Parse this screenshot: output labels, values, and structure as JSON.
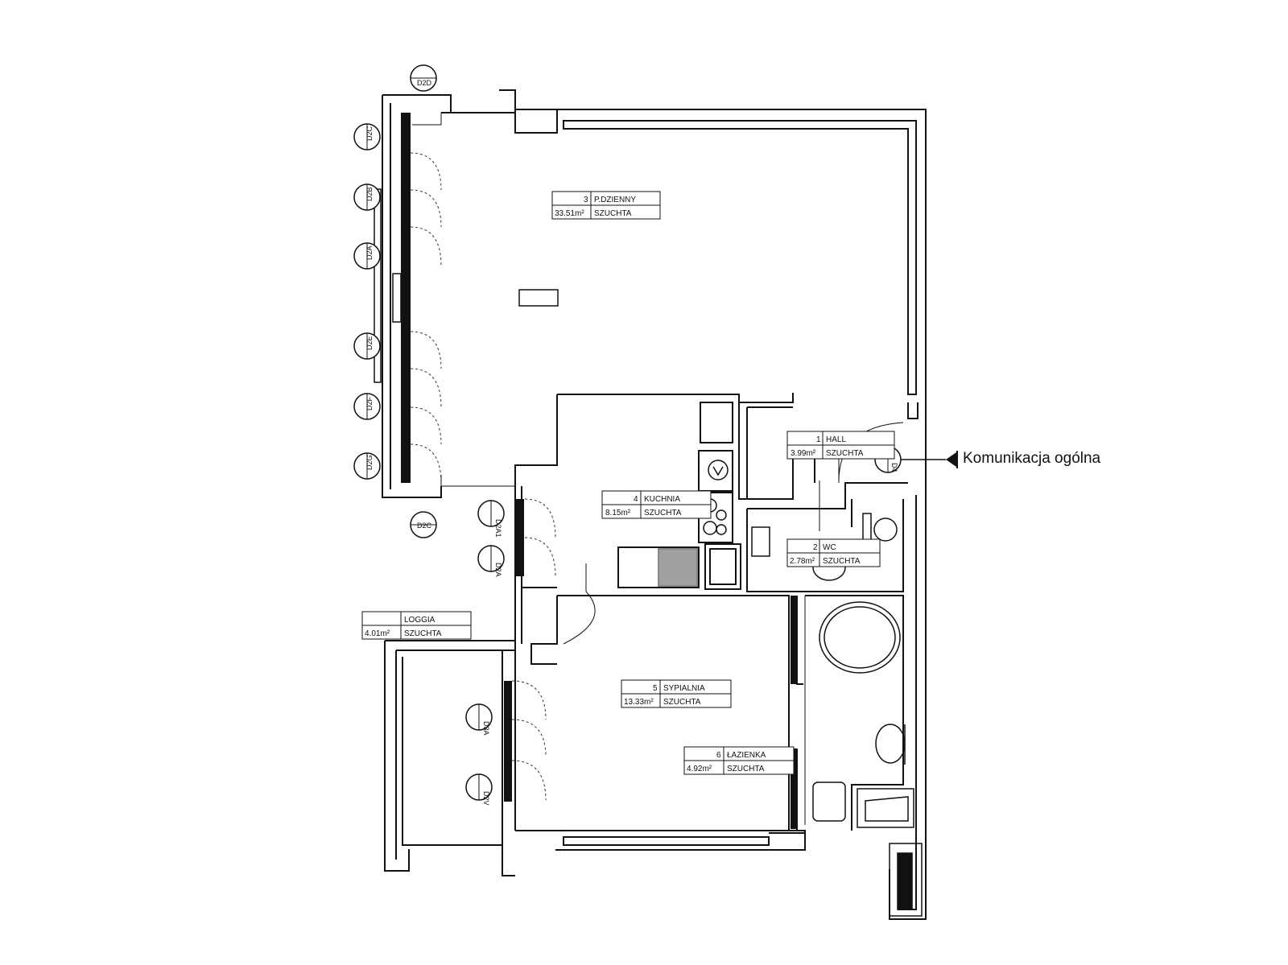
{
  "entrance": {
    "label": "Komunikacja ogólna"
  },
  "rooms": [
    {
      "number": "1",
      "name": "HALL",
      "area": "3.99m²",
      "type": "SZUCHTA"
    },
    {
      "number": "2",
      "name": "WC",
      "area": "2.78m²",
      "type": "SZUCHTA"
    },
    {
      "number": "3",
      "name": "P.DZIENNY",
      "area": "33.51m²",
      "type": "SZUCHTA"
    },
    {
      "number": "4",
      "name": "KUCHNIA",
      "area": "8.15m²",
      "type": "SZUCHTA"
    },
    {
      "number": "5",
      "name": "SYPIALNIA",
      "area": "13.33m²",
      "type": "SZUCHTA"
    },
    {
      "number": "6",
      "name": "ŁAZIENKA",
      "area": "4.92m²",
      "type": "SZUCHTA"
    },
    {
      "number": "",
      "name": "LOGGIA",
      "area": "4.01m²",
      "type": "SZUCHTA"
    }
  ],
  "window_markers": [
    "D2D",
    "D2C",
    "D2B",
    "D2A",
    "D2E",
    "D2F",
    "D2G",
    "D2C",
    "D2A1",
    "D2A",
    "D3A",
    "D2V",
    "D4"
  ],
  "icons": {
    "entrance_arrow": "triangle-arrow-icon"
  }
}
